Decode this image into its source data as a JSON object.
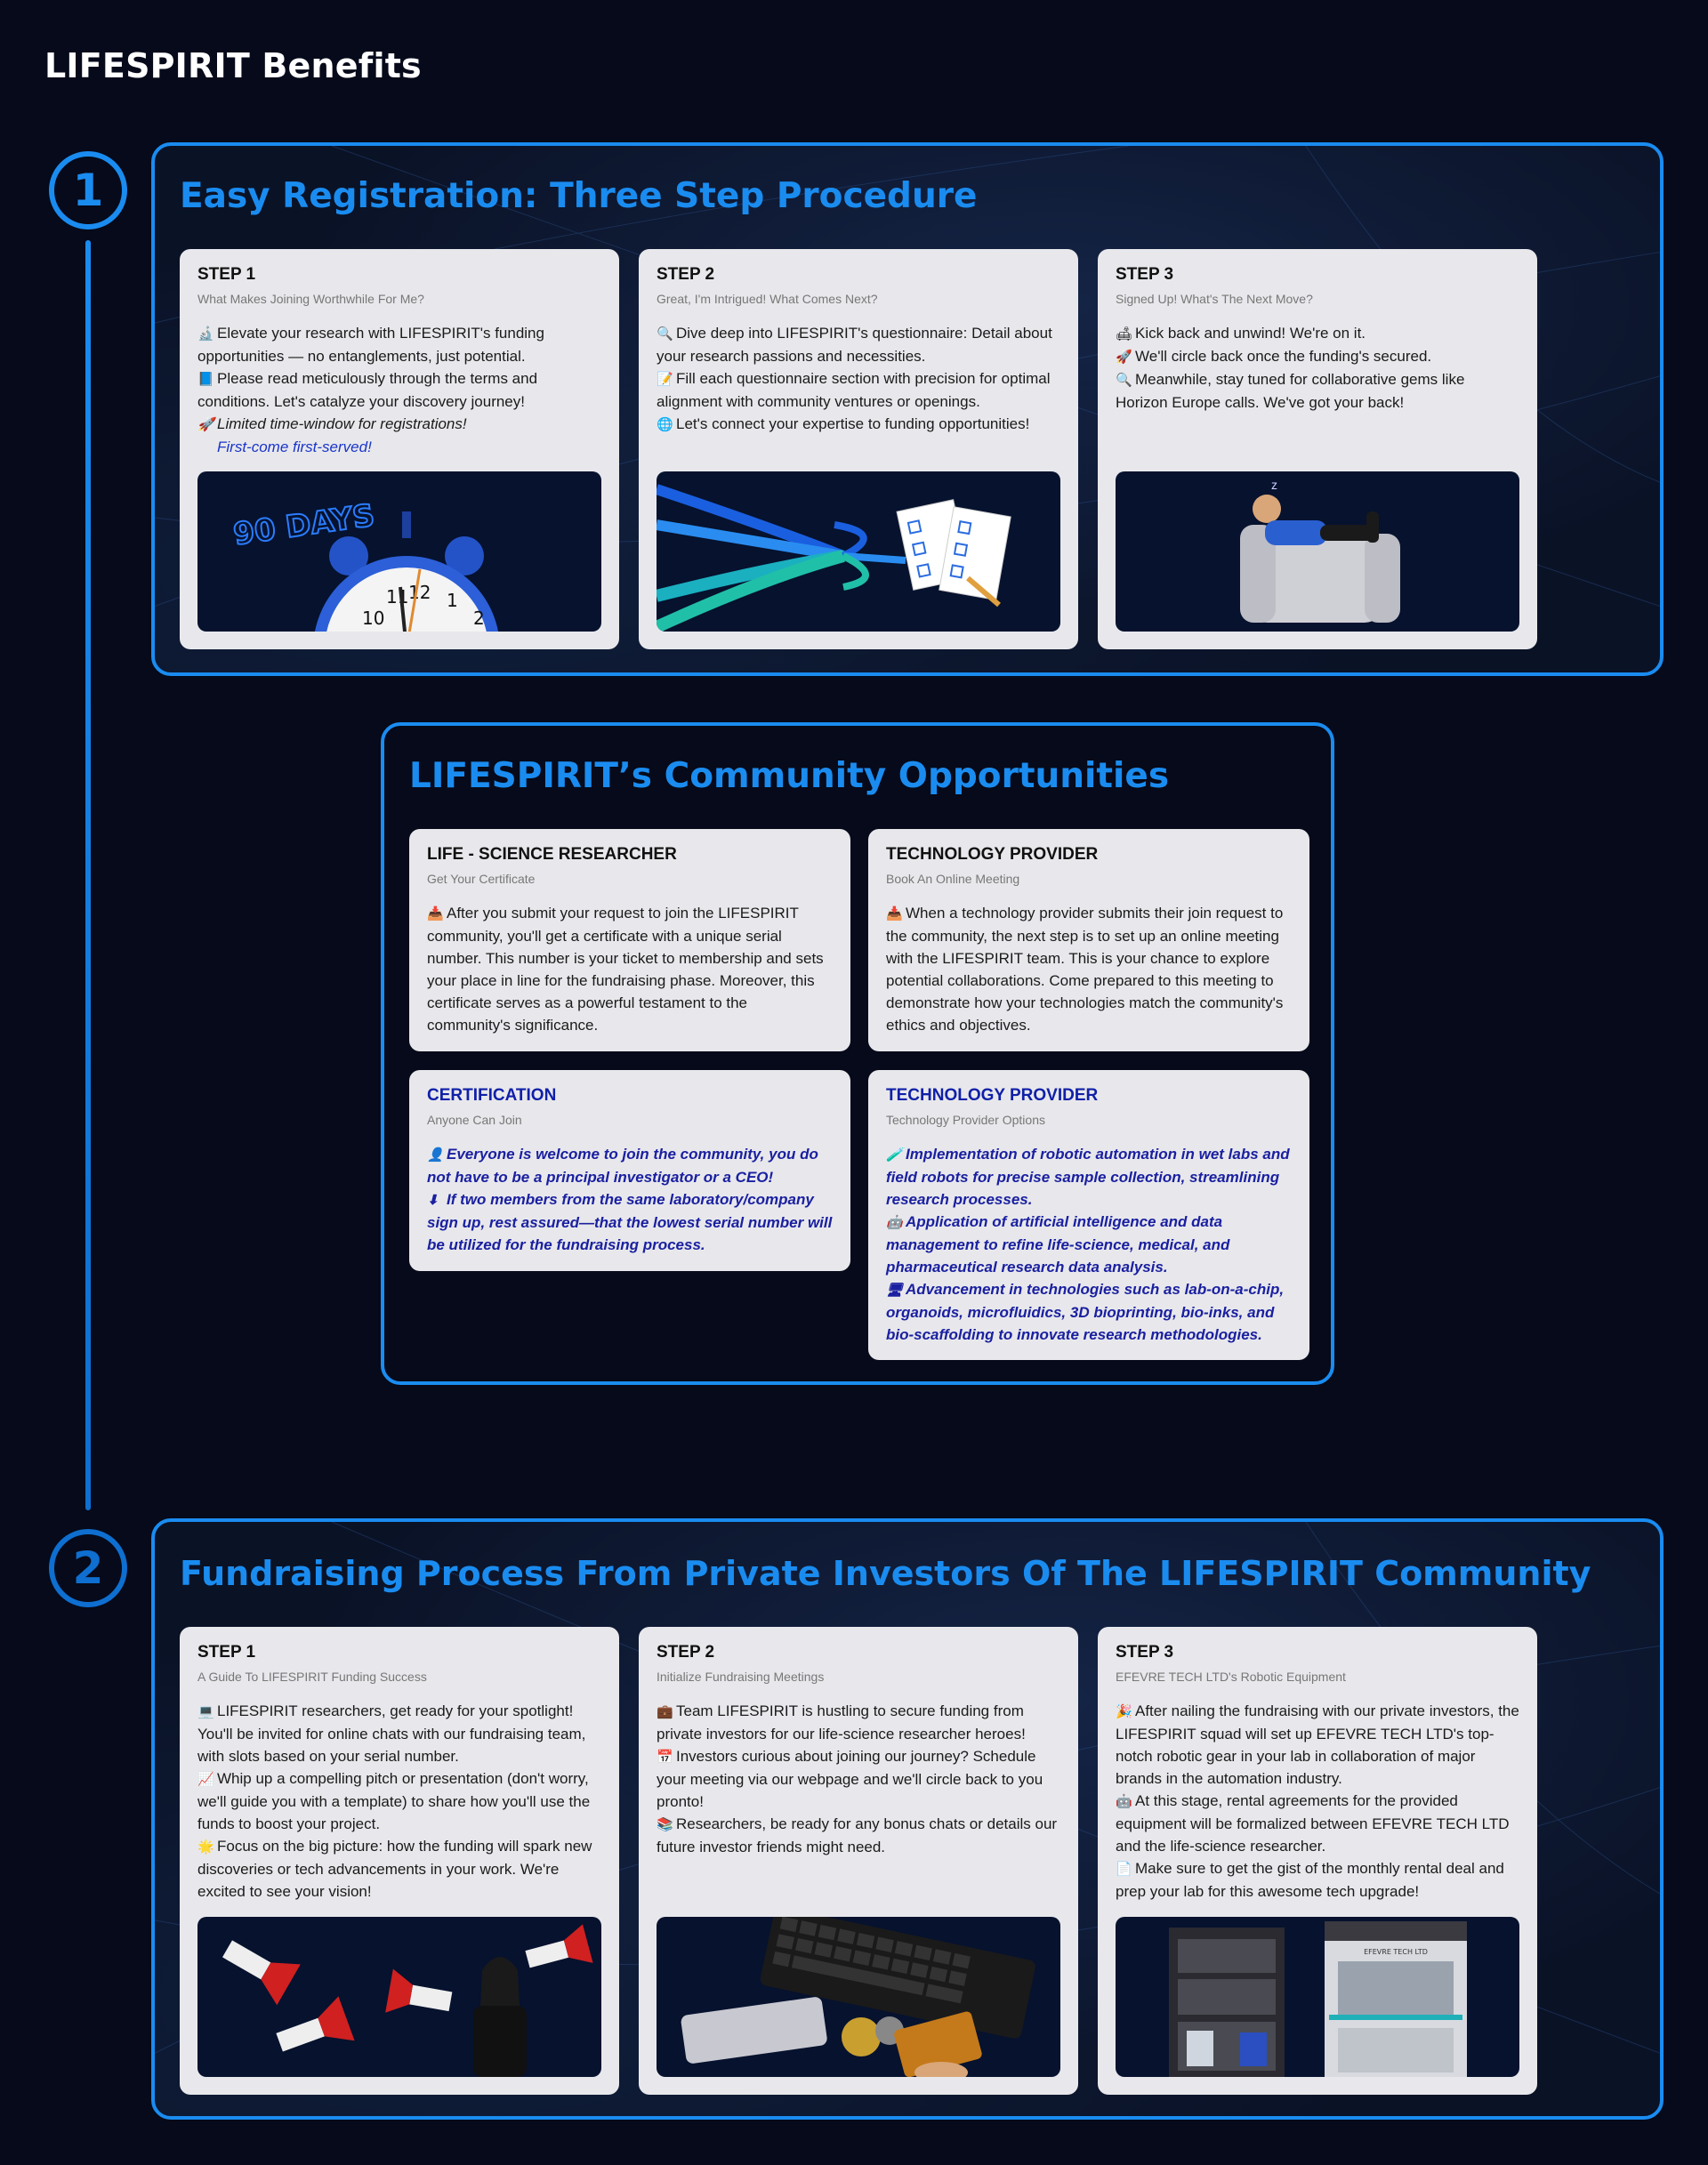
{
  "page": {
    "title": "LIFESPIRIT Benefits"
  },
  "timeline": {
    "step1_number": "1",
    "step2_number": "2"
  },
  "colors": {
    "accent": "#1a8cf0",
    "background": "#060a1a",
    "card": "#e8e8ec",
    "highlight_blue": "#1a20a0"
  },
  "registration": {
    "title": "Easy Registration: Three Step Procedure",
    "steps": [
      {
        "label": "STEP 1",
        "subtitle": "What Makes Joining Worthwhile For Me?",
        "lines": [
          {
            "icon": "🔬",
            "text": "Elevate your research with LIFESPIRIT's funding opportunities — no entanglements, just potential."
          },
          {
            "icon": "📘",
            "text": "Please read meticulously through the terms and conditions. Let's catalyze your discovery journey!"
          },
          {
            "icon": "🚀",
            "text": "Limited time-window for registrations!"
          }
        ],
        "note": "First-come first-served!",
        "image_text": "90 DAYS",
        "clock_numbers": [
          "11",
          "12",
          "1",
          "10",
          "2"
        ]
      },
      {
        "label": "STEP 2",
        "subtitle": "Great, I'm Intrigued! What Comes Next?",
        "lines": [
          {
            "icon": "🔍",
            "text": "Dive deep into LIFESPIRIT's questionnaire: Detail about your research passions and necessities."
          },
          {
            "icon": "📝",
            "text": "Fill each questionnaire section with precision for optimal alignment with community ventures or openings."
          },
          {
            "icon": "🌐",
            "text": "Let's connect your expertise to funding opportunities!"
          }
        ]
      },
      {
        "label": "STEP 3",
        "subtitle": "Signed Up! What's The Next Move?",
        "lines": [
          {
            "icon": "🛋",
            "text": "Kick back and unwind! We're on it."
          },
          {
            "icon": "🚀",
            "text": "We'll circle back once the funding's secured."
          },
          {
            "icon": "🔍",
            "text": "Meanwhile, stay tuned for collaborative gems like Horizon Europe calls. We've got your back!"
          }
        ]
      }
    ]
  },
  "community": {
    "title": "LIFESPIRIT’s Community Opportunities",
    "cards": [
      {
        "label": "LIFE - SCIENCE RESEARCHER",
        "subtitle": "Get Your Certificate",
        "lines": [
          {
            "icon": "📥",
            "text": "After you submit your request to join the LIFESPIRIT community, you'll get a certificate with a unique serial number. This number is your ticket to membership and sets your place in line for the fundraising phase. Moreover, this certificate serves as a powerful testament to the community's significance."
          }
        ]
      },
      {
        "label": "TECHNOLOGY PROVIDER",
        "subtitle": "Book An Online Meeting",
        "lines": [
          {
            "icon": "📥",
            "text": "When a technology provider submits their join request to the community, the next step is to set up an online meeting with the LIFESPIRIT team. This is your chance to explore potential collaborations. Come prepared to this meeting to demonstrate how your technologies match the community's ethics and objectives."
          }
        ]
      },
      {
        "label": "CERTIFICATION",
        "subtitle": "Anyone Can Join",
        "lines": [
          {
            "icon": "👤",
            "text": "Everyone is welcome to join the community, you do not have to be a principal investigator or a CEO!"
          },
          {
            "icon": "⬇",
            "text": "If two members from the same laboratory/company sign up, rest assured—that the lowest serial number will be utilized for the fundraising process."
          }
        ]
      },
      {
        "label": "TECHNOLOGY PROVIDER",
        "subtitle": "Technology Provider Options",
        "lines": [
          {
            "icon": "🧪",
            "text": "Implementation of robotic automation in wet labs and field robots for precise sample collection, streamlining research processes."
          },
          {
            "icon": "🤖",
            "text": "Application of artificial intelligence and data management to refine life-science, medical, and pharmaceutical research data analysis."
          },
          {
            "icon": "🖥",
            "text": "Advancement in technologies such as lab-on-a-chip, organoids, microfluidics, 3D bioprinting, bio-inks, and bio-scaffolding to innovate research methodologies."
          }
        ]
      }
    ]
  },
  "fundraising": {
    "title": "Fundraising Process From Private Investors Of The LIFESPIRIT Community",
    "steps": [
      {
        "label": "STEP 1",
        "subtitle": "A Guide To LIFESPIRIT Funding Success",
        "lines": [
          {
            "icon": "💻",
            "text": "LIFESPIRIT researchers, get ready for your spotlight! You'll be invited for online chats with our fundraising team, with slots based on your serial number."
          },
          {
            "icon": "📈",
            "text": "Whip up a compelling pitch or presentation (don't worry, we'll guide you with a template) to share how you'll use the funds to boost your project."
          },
          {
            "icon": "🌟",
            "text": "Focus on the big picture: how the funding will spark new discoveries or tech advancements in your work. We're excited to see your vision!"
          }
        ]
      },
      {
        "label": "STEP 2",
        "subtitle": "Initialize Fundraising Meetings",
        "lines": [
          {
            "icon": "💼",
            "text": "Team LIFESPIRIT is hustling to secure funding from private investors for our life-science researcher heroes!"
          },
          {
            "icon": "📅",
            "text": "Investors curious about joining our journey? Schedule your meeting via our webpage and we'll circle back to you pronto!"
          },
          {
            "icon": "📚",
            "text": "Researchers, be ready for any bonus chats or details our future investor friends might need."
          }
        ]
      },
      {
        "label": "STEP 3",
        "subtitle": "EFEVRE TECH LTD's Robotic Equipment",
        "lines": [
          {
            "icon": "🎉",
            "text": "After nailing the fundraising with our private investors, the LIFESPIRIT squad will set up EFEVRE TECH LTD's top-notch robotic gear in your lab in collaboration of major brands in the automation industry."
          },
          {
            "icon": "🤖",
            "text": "At this stage, rental agreements for the provided equipment will be formalized between EFEVRE TECH LTD and the life-science researcher."
          },
          {
            "icon": "📄",
            "text": "Make sure to get the gist of the monthly rental deal and prep your lab for this awesome tech upgrade!"
          }
        ],
        "image_text": "EFEVRE TECH LTD"
      }
    ]
  }
}
